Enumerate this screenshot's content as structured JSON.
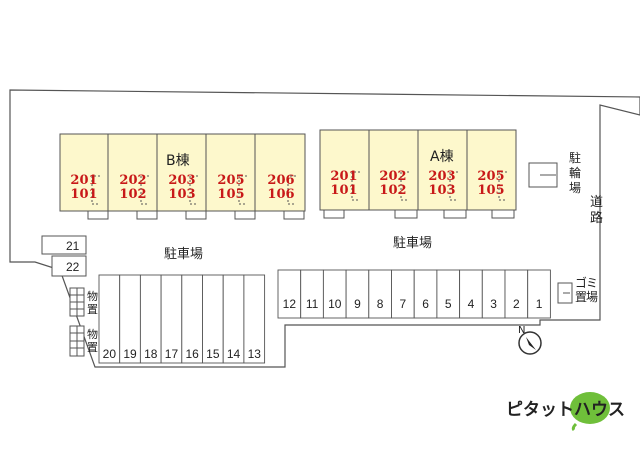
{
  "building_b": {
    "name": "B棟",
    "units": [
      {
        "upper": "201",
        "lower": "101"
      },
      {
        "upper": "202",
        "lower": "102"
      },
      {
        "upper": "203",
        "lower": "103"
      },
      {
        "upper": "205",
        "lower": "105"
      },
      {
        "upper": "206",
        "lower": "106"
      }
    ]
  },
  "building_a": {
    "name": "A棟",
    "units": [
      {
        "upper": "201",
        "lower": "101"
      },
      {
        "upper": "202",
        "lower": "102"
      },
      {
        "upper": "203",
        "lower": "103"
      },
      {
        "upper": "205",
        "lower": "105"
      }
    ]
  },
  "parking_labels": {
    "left": "駐車場",
    "right": "駐車場"
  },
  "bicycle_parking": "駐輪場",
  "road": "道路",
  "garbage": "ゴミ置場",
  "storage": [
    "物置",
    "物置"
  ],
  "side_slots": [
    "21",
    "22"
  ],
  "right_row_slots": [
    "12",
    "11",
    "10",
    "9",
    "8",
    "7",
    "6",
    "5",
    "4",
    "3",
    "2",
    "1"
  ],
  "bottom_row_slots": [
    "20",
    "19",
    "18",
    "17",
    "16",
    "15",
    "14",
    "13"
  ],
  "compass": "N",
  "brand": {
    "name": "ピタットハウス",
    "leaf_color": "#6fbf3a"
  },
  "colors": {
    "building_fill": "#fdf8cc",
    "unit_text": "#c81818",
    "site_fill": "#ffffff",
    "line": "#555555"
  }
}
